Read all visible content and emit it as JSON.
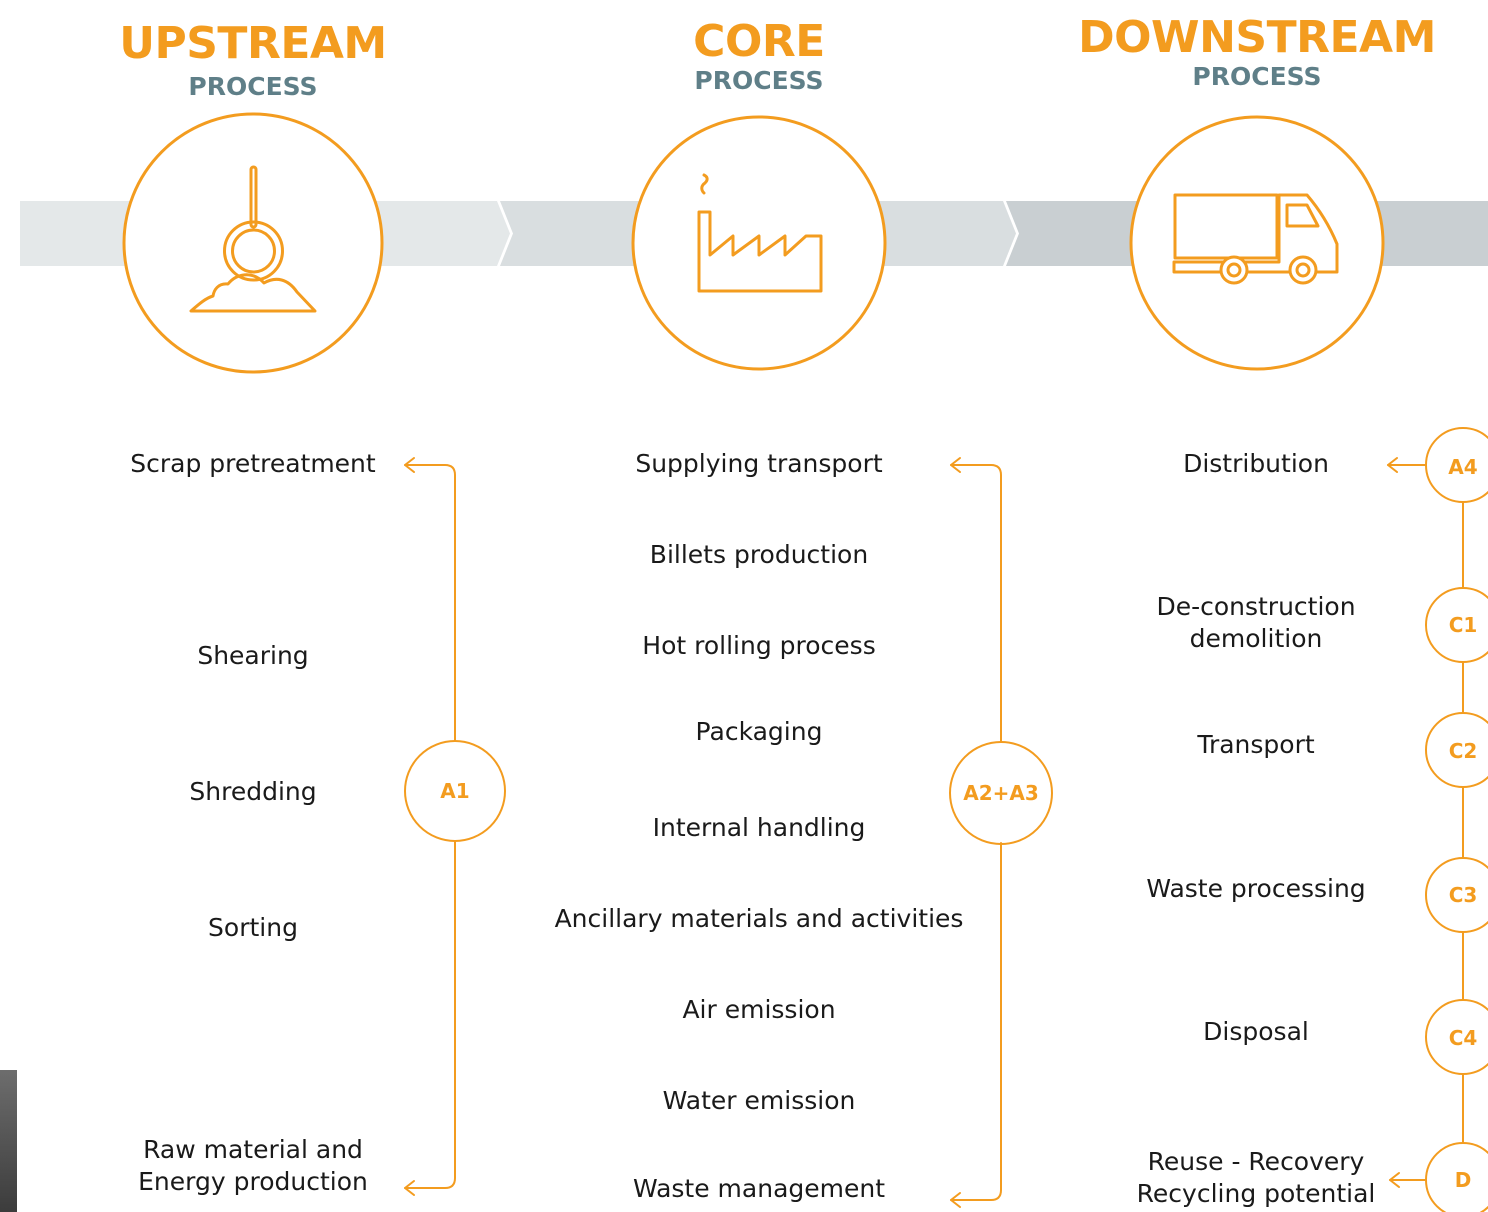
{
  "headers": {
    "upstream": {
      "title": "UPSTREAM",
      "sub": "PROCESS"
    },
    "core": {
      "title": "CORE",
      "sub": "PROCESS"
    },
    "downstream": {
      "title": "DOWNSTREAM",
      "sub": "PROCESS"
    }
  },
  "icons": {
    "upstream": "scrap-crane-icon",
    "core": "factory-icon",
    "downstream": "truck-icon"
  },
  "upstream": {
    "items": [
      "Scrap pretreatment",
      "Shearing",
      "Shredding",
      "Sorting",
      "Raw material and",
      "Energy production"
    ],
    "badge": "A1"
  },
  "core": {
    "items": [
      "Supplying transport",
      "Billets production",
      "Hot rolling process",
      "Packaging",
      "Internal handling",
      "Ancillary materials and activities",
      "Air emission",
      "Water emission",
      "Waste management"
    ],
    "badge": "A2+A3"
  },
  "downstream": {
    "items": [
      "Distribution",
      "De-construction",
      "demolition",
      "Transport",
      "Waste processing",
      "Disposal",
      "Reuse - Recovery",
      "Recycling potential"
    ],
    "badges": [
      "A4",
      "C1",
      "C2",
      "C3",
      "C4",
      "D"
    ]
  },
  "colors": {
    "accent": "#f39c1f",
    "subtitle": "#5f7f88",
    "band1": "#e4e8e9",
    "band2": "#d7dcde",
    "band3": "#c8ced1"
  }
}
